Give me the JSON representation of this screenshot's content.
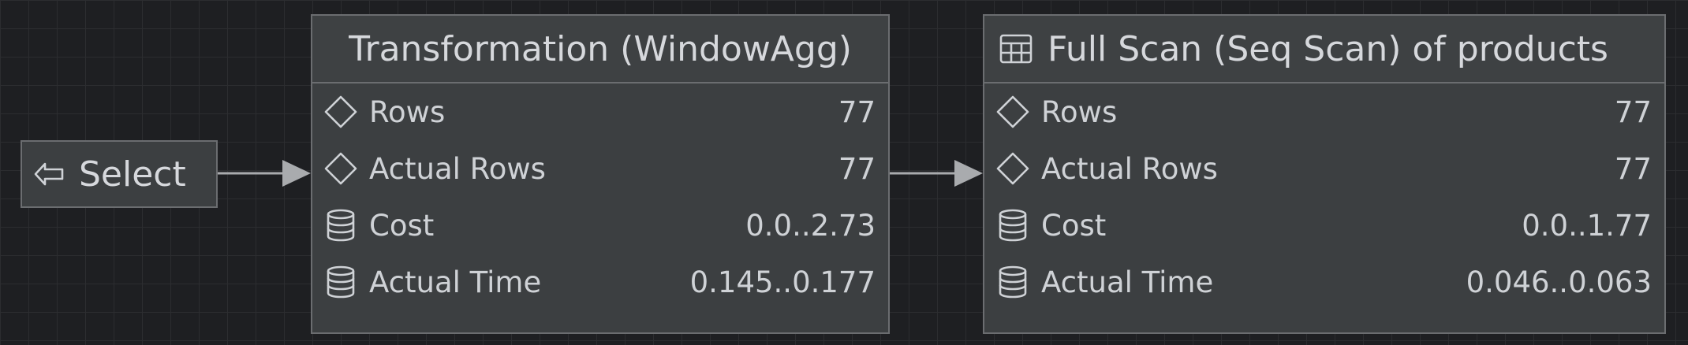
{
  "select_node": {
    "label": "Select",
    "icon": "back-arrow-icon"
  },
  "nodes": [
    {
      "title": "Transformation (WindowAgg)",
      "rows": [
        {
          "icon": "diamond-icon",
          "label": "Rows",
          "value": "77"
        },
        {
          "icon": "diamond-icon",
          "label": "Actual Rows",
          "value": "77"
        },
        {
          "icon": "database-icon",
          "label": "Cost",
          "value": "0.0..2.73"
        },
        {
          "icon": "database-icon",
          "label": "Actual Time",
          "value": "0.145..0.177"
        }
      ]
    },
    {
      "title": "Full Scan (Seq Scan) of products",
      "title_icon": "table-icon",
      "rows": [
        {
          "icon": "diamond-icon",
          "label": "Rows",
          "value": "77"
        },
        {
          "icon": "diamond-icon",
          "label": "Actual Rows",
          "value": "77"
        },
        {
          "icon": "database-icon",
          "label": "Cost",
          "value": "0.0..1.77"
        },
        {
          "icon": "database-icon",
          "label": "Actual Time",
          "value": "0.046..0.063"
        }
      ]
    }
  ],
  "colors": {
    "background": "#1e1f22",
    "node_fill": "#3c3f41",
    "node_border": "#6b6d70",
    "edge": "#a9abae",
    "text": "#cfd2d6"
  }
}
